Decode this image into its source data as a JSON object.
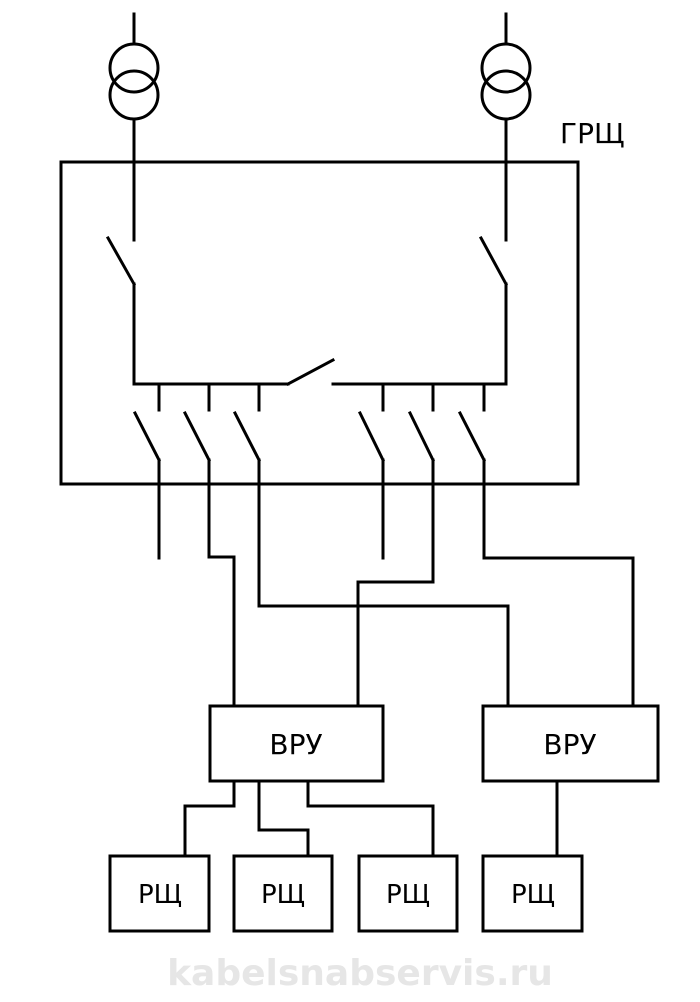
{
  "title": "ГРЩ",
  "vru": [
    "ВРУ",
    "ВРУ"
  ],
  "rsch": [
    "РЩ",
    "РЩ",
    "РЩ",
    "РЩ"
  ],
  "watermark": "kabelsnabservis.ru"
}
